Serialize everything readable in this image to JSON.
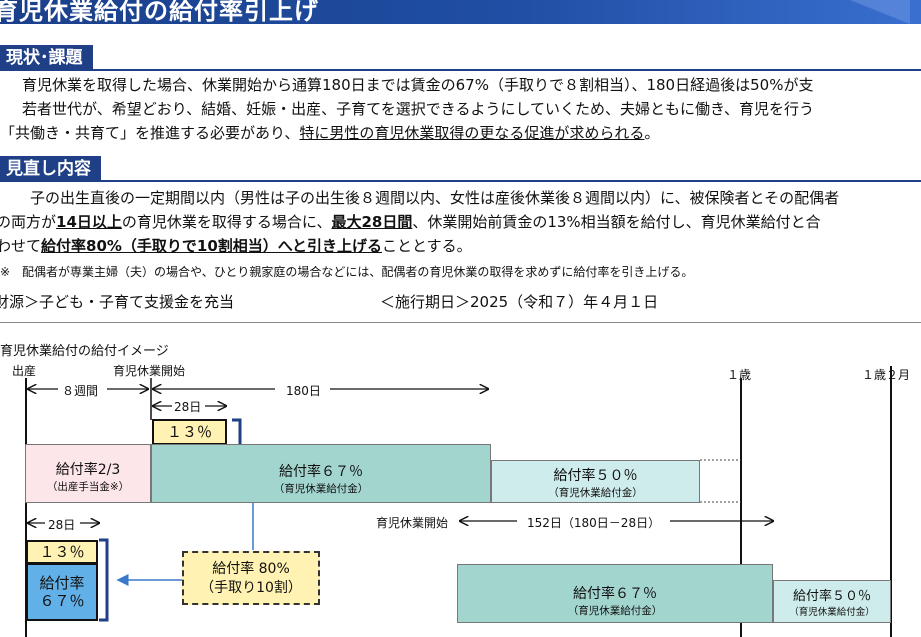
{
  "title": "育児休業給付の給付率引上げ",
  "section1": {
    "heading": "現状･課題",
    "line1": "育児休業を取得した場合、休業開始から通算180日までは賃金の67%（手取りで８割相当）、180日経過後は50%が支",
    "line2": "若者世代が、希望どおり、結婚、妊娠・出産、子育てを選択できるようにしていくため、夫婦ともに働き、育児を行う",
    "line3a": "「共働き・共育て」を推進する必要があり、",
    "line3b": "特に男性の育児休業取得の更なる促進が求められる",
    "line3c": "。"
  },
  "section2": {
    "heading": "見直し内容",
    "line1": "子の出生直後の一定期間以内（男性は子の出生後８週間以内、女性は産後休業後８週間以内）に、被保険者とその配偶者",
    "line2a": "の両方が",
    "line2b": "14日以上",
    "line2c": "の育児休業を取得する場合に、",
    "line2d": "最大28日間",
    "line2e": "、休業開始前賃金の13%相当額を給付し、育児休業給付と合",
    "line3a": "わせて",
    "line3b": "給付率80%（手取りで10割相当）へと引き上げる",
    "line3c": "こととする。",
    "note": "※　配偶者が専業主婦（夫）の場合や、ひとり親家庭の場合などには、配偶者の育児休業の取得を求めずに給付率を引き上げる。"
  },
  "funding": "財源＞子ども・子育て支援金を充当",
  "effective": "＜施行期日＞2025（令和７）年４月１日",
  "diagram": {
    "heading": "育児休業給付の給付イメージ",
    "birth": "出産",
    "leave_start": "育児休業開始",
    "age1": "１歳",
    "age1_2m": "１歳２月",
    "eight_weeks": "８週間",
    "d180": "180日",
    "d28": "28日",
    "pct13": "１３％",
    "rate23": "給付率2/3",
    "rate23_sub": "（出産手当金※）",
    "rate67": "給付率６７％",
    "rate67_sub": "（育児休業給付金）",
    "rate50": "給付率５０％",
    "rate50_sub": "（育児休業給付金）",
    "rate80_1": "給付率 80%",
    "rate80_2": "（手取り10割）",
    "leave_start2": "育児休業開始",
    "d152": "152日（180日－28日）",
    "rate67_a": "給付率",
    "rate67_b": "６７％",
    "rate67_low": "給付率６７％",
    "rate67_low_sub": "（育児休業給付金）",
    "rate50_low": "給付率５０％",
    "rate50_low_sub": "（育児休業給付金）"
  }
}
